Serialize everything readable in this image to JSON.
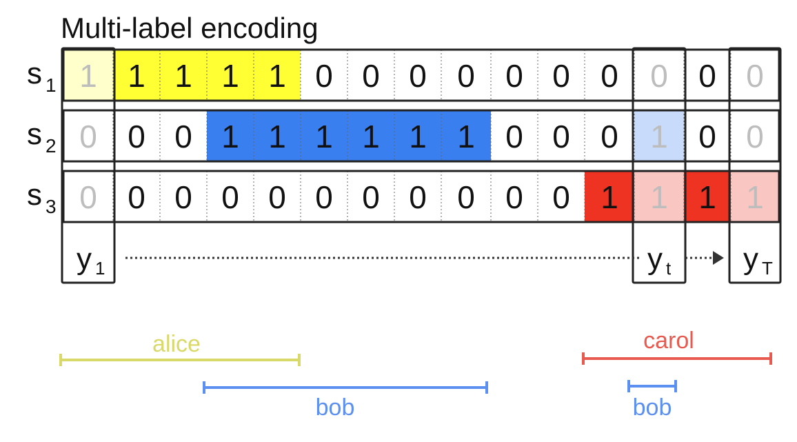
{
  "title": "Multi-label encoding",
  "rows": [
    {
      "label": "s",
      "subscript": "1",
      "values": [
        "1",
        "1",
        "1",
        "1",
        "1",
        "0",
        "0",
        "0",
        "0",
        "0",
        "0",
        "0",
        "0",
        "0",
        "0"
      ],
      "fills": [
        1,
        1,
        1,
        1,
        1,
        0,
        0,
        0,
        0,
        0,
        0,
        0,
        0,
        0,
        0
      ],
      "color": "#ffff33",
      "text_color": "#111111"
    },
    {
      "label": "s",
      "subscript": "2",
      "values": [
        "0",
        "0",
        "0",
        "1",
        "1",
        "1",
        "1",
        "1",
        "1",
        "0",
        "0",
        "0",
        "1",
        "0",
        "0"
      ],
      "fills": [
        0,
        0,
        0,
        1,
        1,
        1,
        1,
        1,
        1,
        0,
        0,
        0,
        1,
        0,
        0
      ],
      "color": "#3a7ff0",
      "text_color": "#111111"
    },
    {
      "label": "s",
      "subscript": "3",
      "values": [
        "0",
        "0",
        "0",
        "0",
        "0",
        "0",
        "0",
        "0",
        "0",
        "0",
        "0",
        "1",
        "1",
        "1",
        "1"
      ],
      "fills": [
        0,
        0,
        0,
        0,
        0,
        0,
        0,
        0,
        0,
        0,
        0,
        1,
        1,
        1,
        1
      ],
      "color": "#ee3322",
      "text_color": "#111111"
    }
  ],
  "highlight_columns": [
    0,
    12,
    14
  ],
  "time_labels": [
    {
      "label": "y",
      "subscript": "1"
    },
    {
      "label": "y",
      "subscript": "t"
    },
    {
      "label": "y",
      "subscript": "T"
    }
  ],
  "speakers": [
    {
      "name": "alice",
      "color": "#d9d96a"
    },
    {
      "name": "bob",
      "color": "#5b8ff0"
    },
    {
      "name": "carol",
      "color": "#e85a4f"
    },
    {
      "name": "bob",
      "color": "#5b8ff0"
    }
  ],
  "colors": {
    "faded_text": "#bdbdbd",
    "border": "#222222",
    "arrow": "#333333"
  }
}
